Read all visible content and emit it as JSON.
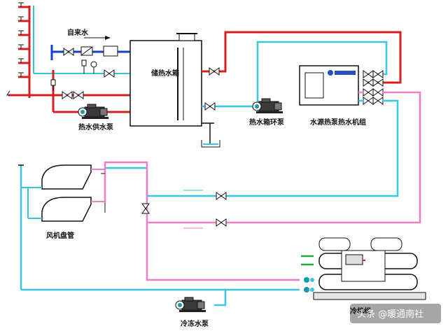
{
  "labels": {
    "tap_water": "自来水",
    "storage_tank": "储热水箱",
    "hot_water_supply_pump": "热水供水泵",
    "tank_circulation_pump": "热水箱环泵",
    "heat_pump_unit": "水源热泵热水机组",
    "fan_coil": "风机盘管",
    "cooling_pump": "冷冻水泵",
    "chiller_unit": "冷机组"
  },
  "watermark": {
    "text": "头条 @暖通南社"
  },
  "colors": {
    "hot_supply": "#d42020",
    "cold_return": "#39c6e0",
    "warm_return": "#ef7fc2",
    "tap_water": "#1b3fc9",
    "outline": "#111111",
    "chiller_pipe_green": "#1faa3c",
    "equipment_teal": "#169aa8",
    "panel_logo": "#2a4fb8"
  },
  "icons": {
    "valve": "gate-valve-icon",
    "check_valve": "check-valve-icon",
    "pressure_gauge": "pressure-gauge-icon",
    "thermometer": "thermometer-icon",
    "pump": "pump-icon",
    "flow_arrow": "flow-arrow-icon"
  }
}
